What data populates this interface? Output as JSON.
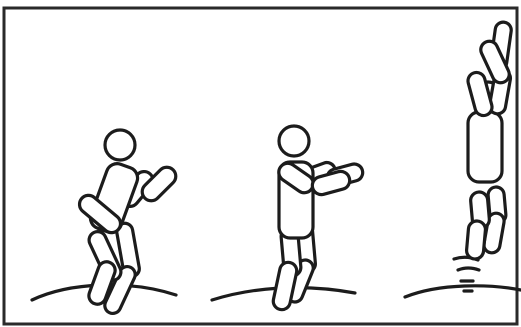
{
  "figure": {
    "panel_count": 3,
    "panels": [
      {
        "pose": "crouching-preparing-to-jump",
        "has_motion_lines": false
      },
      {
        "pose": "standing-arms-forward",
        "has_motion_lines": false
      },
      {
        "pose": "jumping-arms-raised-overhead",
        "has_motion_lines": true
      }
    ],
    "ink_color": "#1c1c1c",
    "background_color": "#ffffff"
  }
}
